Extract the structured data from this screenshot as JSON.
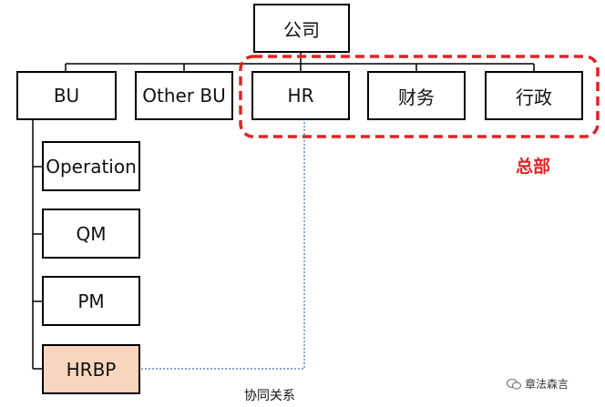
{
  "nodes": {
    "company": "公司",
    "bu": "BU",
    "other_bu": "Other BU",
    "hr": "HR",
    "finance": "财务",
    "admin": "行政",
    "operation": "Operation",
    "qm": "QM",
    "pm": "PM",
    "hrbp": "HRBP"
  },
  "group_label": "总部",
  "relation_label": "协同关系",
  "watermark": "章法森言",
  "colors": {
    "group_border": "#e02424",
    "hrbp_fill": "#f8d6bd",
    "dotted_link": "#3d6fb3"
  }
}
